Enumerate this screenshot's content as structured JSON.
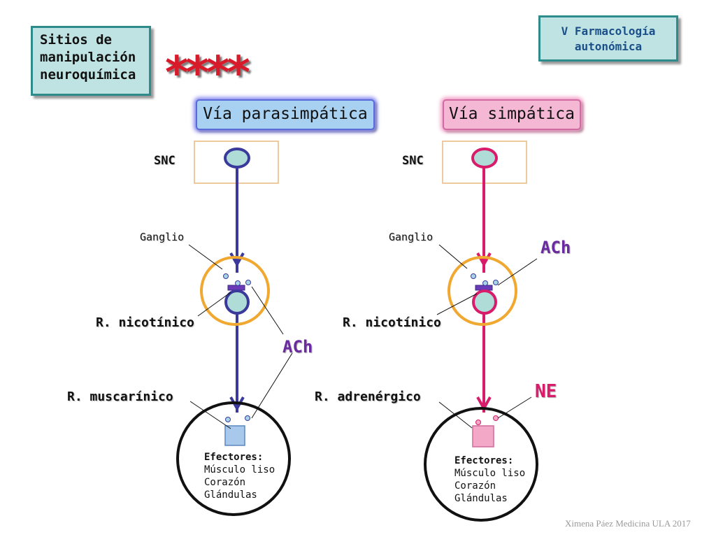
{
  "header": {
    "left_box": [
      "Sitios de",
      "manipulación",
      "neuroquímica"
    ],
    "right_box": [
      "V Farmacología",
      "autonómica"
    ],
    "stars": "****"
  },
  "parasympathetic": {
    "title": "Vía parasimpática",
    "snc": "SNC",
    "ganglion": "Ganglio",
    "receptor_ganglion": "R. nicotínico",
    "transmitter": "ACh",
    "receptor_effector": "R. muscarínico",
    "effectors": {
      "title": "Efectores:",
      "items": [
        "Músculo liso",
        "Corazón",
        "Glándulas"
      ]
    }
  },
  "sympathetic": {
    "title": "Vía simpática",
    "snc": "SNC",
    "ganglion": "Ganglio",
    "receptor_ganglion": "R. nicotínico",
    "transmitter_ganglion": "ACh",
    "transmitter_effector": "NE",
    "receptor_effector": "R. adrenérgico",
    "effectors": {
      "title": "Efectores:",
      "items": [
        "Músculo liso",
        "Corazón",
        "Glándulas"
      ]
    }
  },
  "footer": "Ximena Páez Medicina ULA 2017",
  "colors": {
    "parasympathetic": "#3a3a9c",
    "sympathetic": "#d81b6a",
    "ganglion_ring": "#f0a830",
    "star_red": "#d81b2a"
  }
}
